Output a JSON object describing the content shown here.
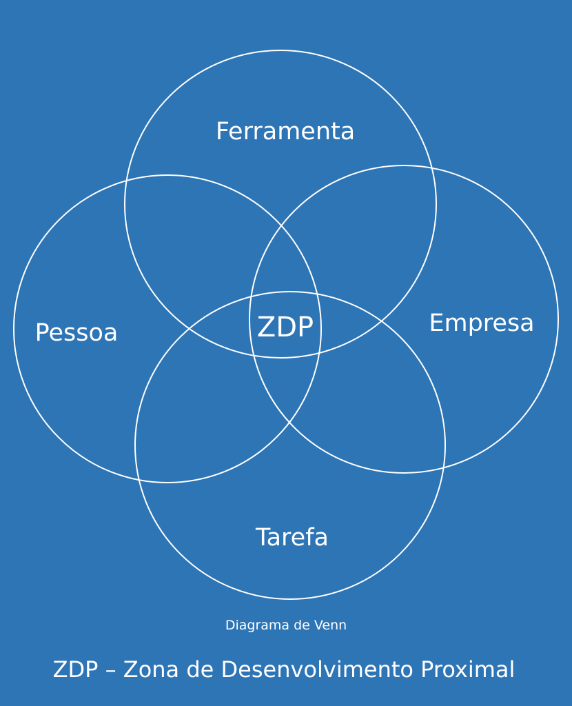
{
  "diagram": {
    "sets": [
      {
        "id": "ferramenta",
        "label": "Ferramenta"
      },
      {
        "id": "pessoa",
        "label": "Pessoa"
      },
      {
        "id": "empresa",
        "label": "Empresa"
      },
      {
        "id": "tarefa",
        "label": "Tarefa"
      }
    ],
    "center_label": "ZDP",
    "caption": "Diagrama de Venn",
    "footer": "ZDP – Zona de Desenvolvimento Proximal",
    "colors": {
      "background": "#2E75B6",
      "stroke": "#FFFFFF"
    }
  }
}
